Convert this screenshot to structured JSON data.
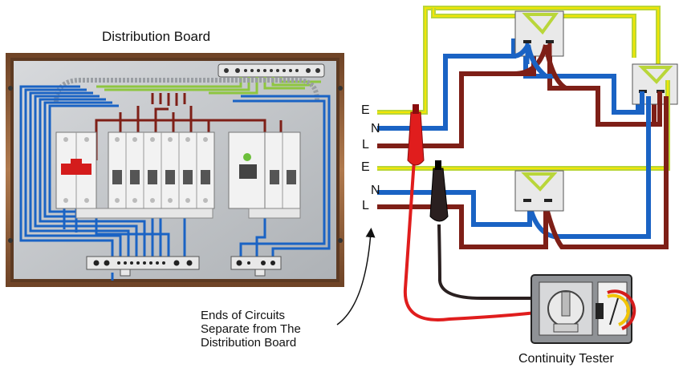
{
  "diagram": {
    "title": "Distribution Board",
    "annotation_lines": [
      "Ends of Circuits",
      "Separate from The",
      "Distribution Board"
    ],
    "tester_label": "Continuity Tester",
    "circuit1_labels": [
      "E",
      "N",
      "L"
    ],
    "circuit2_labels": [
      "E",
      "N",
      "L"
    ]
  },
  "colors": {
    "earth": "#b9d63a",
    "earth_stripe": "#f2e600",
    "neutral": "#1a63c4",
    "live": "#7e1f17",
    "red_lead": "#e01d1d",
    "black_lead": "#2a2020",
    "board_frame": "#8a5a36",
    "board_panel": "#c9ccd0"
  }
}
